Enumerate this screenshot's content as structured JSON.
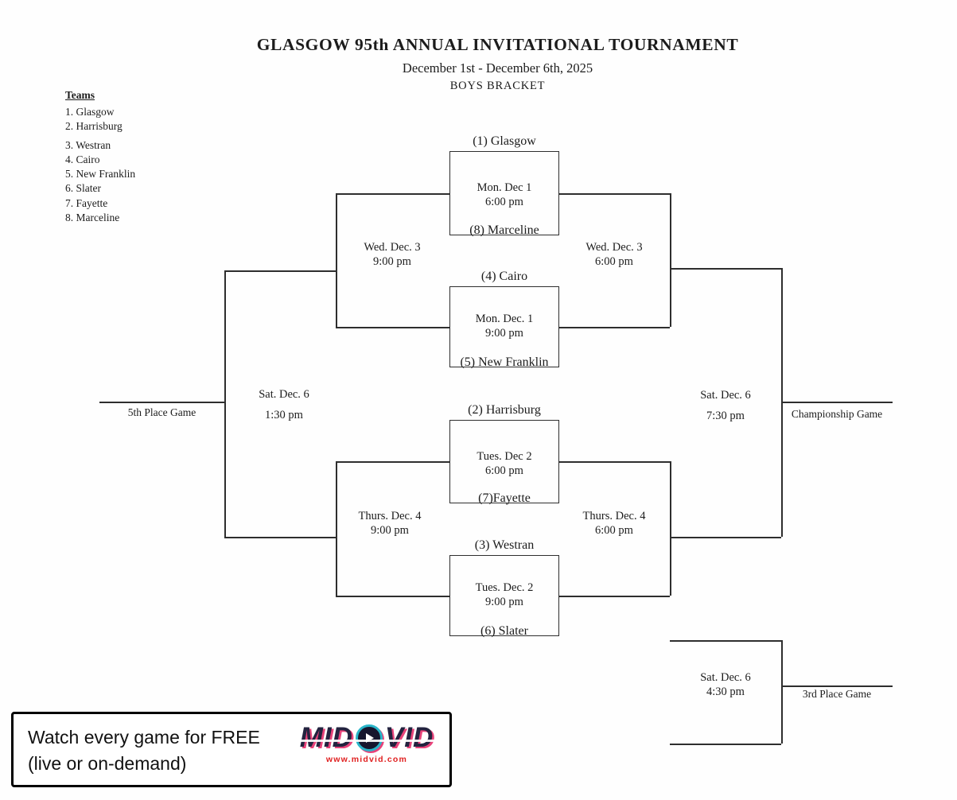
{
  "header": {
    "title": "GLASGOW 95th ANNUAL INVITATIONAL TOURNAMENT",
    "dates": "December 1st - December 6th, 2025",
    "bracket": "BOYS BRACKET"
  },
  "teams": {
    "heading": "Teams",
    "items": [
      "1. Glasgow",
      "2. Harrisburg",
      "3. Westran",
      "4. Cairo",
      "5. New Franklin",
      "6. Slater",
      "7. Fayette",
      "8. Marceline"
    ]
  },
  "round1": [
    {
      "seed_top": "(1) Glasgow",
      "date": "Mon. Dec 1",
      "time": "6:00 pm",
      "seed_bottom": "(8) Marceline"
    },
    {
      "seed_top": "(4) Cairo",
      "date": "Mon. Dec. 1",
      "time": "9:00 pm",
      "seed_bottom": "(5) New Franklin"
    },
    {
      "seed_top": "(2) Harrisburg",
      "date": "Tues. Dec 2",
      "time": "6:00 pm",
      "seed_bottom": "(7)Fayette"
    },
    {
      "seed_top": "(3) Westran",
      "date": "Tues. Dec. 2",
      "time": "9:00 pm",
      "seed_bottom": "(6) Slater"
    }
  ],
  "semis": {
    "cons_top": {
      "date": "Wed. Dec. 3",
      "time": "9:00 pm"
    },
    "win_top": {
      "date": "Wed. Dec. 3",
      "time": "6:00 pm"
    },
    "cons_bottom": {
      "date": "Thurs. Dec. 4",
      "time": "9:00 pm"
    },
    "win_bottom": {
      "date": "Thurs. Dec. 4",
      "time": "6:00 pm"
    }
  },
  "finals": {
    "fifth": {
      "date": "Sat. Dec. 6",
      "time": "1:30 pm",
      "label": "5th Place Game"
    },
    "championship": {
      "date": "Sat. Dec. 6",
      "time": "7:30 pm",
      "label": "Championship Game"
    },
    "third": {
      "date": "Sat. Dec. 6",
      "time": "4:30 pm",
      "label": "3rd Place Game"
    }
  },
  "footer": {
    "line1": "Watch every game for FREE",
    "line2": "(live or on-demand)",
    "logo": {
      "left": "MID",
      "right": "VID",
      "url": "www.midvid.com"
    },
    "colors": {
      "logo_dark": "#23233f",
      "logo_pink": "#e8437a",
      "logo_teal": "#2ab5c9",
      "url_red": "#e02020"
    }
  }
}
